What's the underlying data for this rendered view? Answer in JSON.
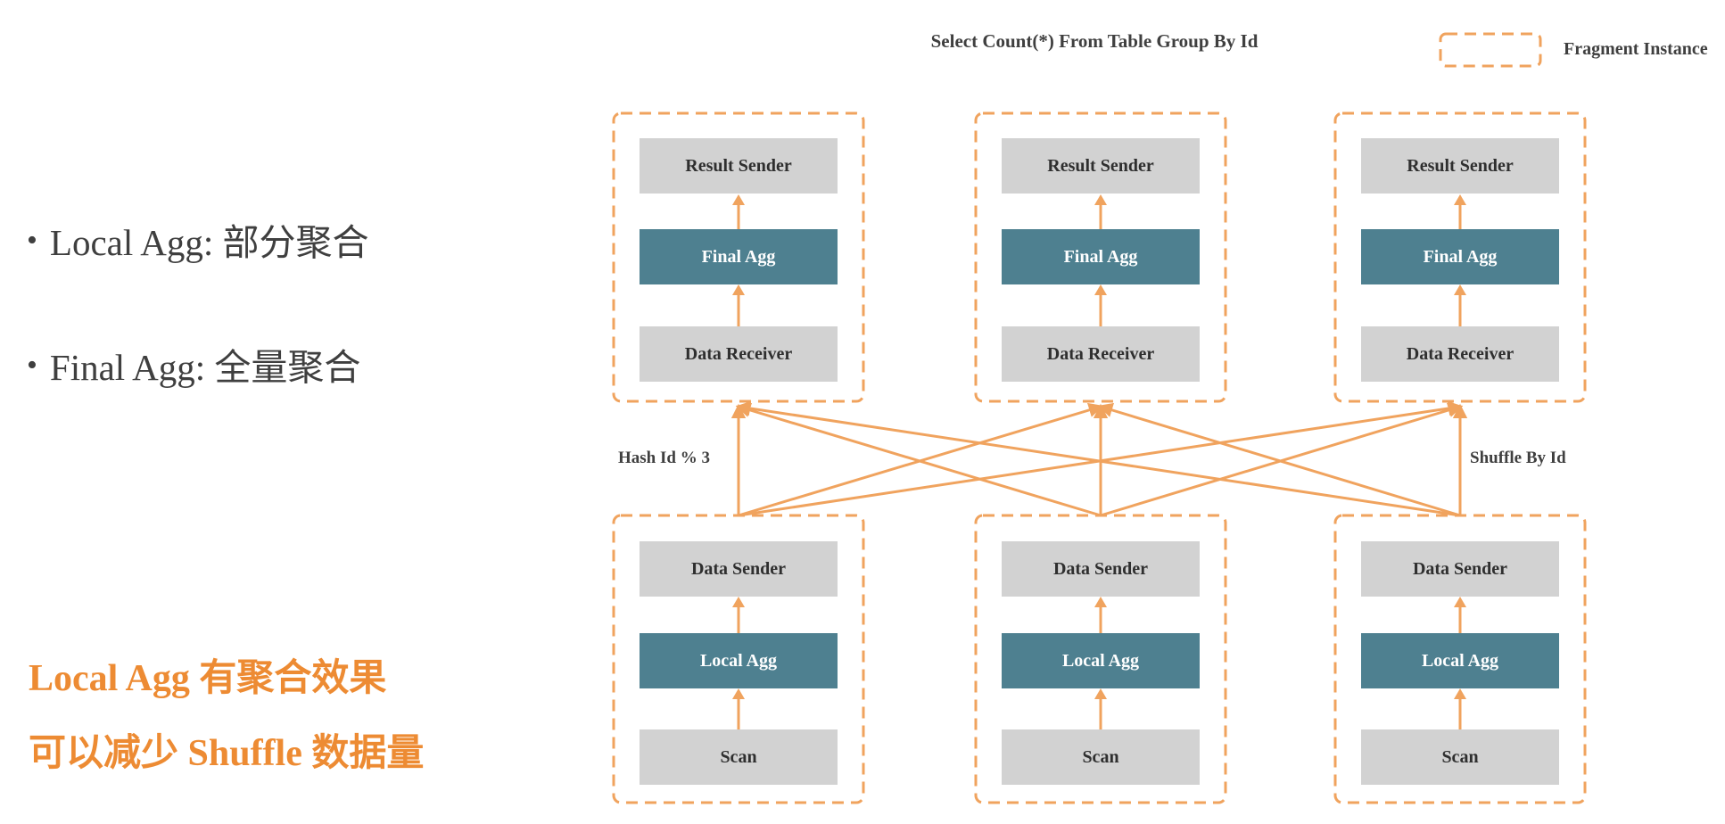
{
  "title": "Select Count(*) From Table Group By Id",
  "legend": {
    "label": "Fragment Instance"
  },
  "notes": {
    "bullets": [
      {
        "bullet": "•",
        "text": "Local Agg: 部分聚合"
      },
      {
        "bullet": "•",
        "text": "Final Agg: 全量聚合"
      }
    ],
    "highlights": [
      "Local Agg 有聚合效果",
      "可以减少 Shuffle 数据量"
    ]
  },
  "edge_labels": {
    "left": "Hash Id % 3",
    "right": "Shuffle By Id"
  },
  "fragments": {
    "top": [
      {
        "boxes": [
          {
            "label": "Result Sender"
          },
          {
            "label": "Final Agg"
          },
          {
            "label": "Data Receiver"
          }
        ]
      },
      {
        "boxes": [
          {
            "label": "Result Sender"
          },
          {
            "label": "Final Agg"
          },
          {
            "label": "Data Receiver"
          }
        ]
      },
      {
        "boxes": [
          {
            "label": "Result Sender"
          },
          {
            "label": "Final Agg"
          },
          {
            "label": "Data Receiver"
          }
        ]
      }
    ],
    "bottom": [
      {
        "boxes": [
          {
            "label": "Data Sender"
          },
          {
            "label": "Local Agg"
          },
          {
            "label": "Scan"
          }
        ]
      },
      {
        "boxes": [
          {
            "label": "Data Sender"
          },
          {
            "label": "Local Agg"
          },
          {
            "label": "Scan"
          }
        ]
      },
      {
        "boxes": [
          {
            "label": "Data Sender"
          },
          {
            "label": "Local Agg"
          },
          {
            "label": "Scan"
          }
        ]
      }
    ]
  },
  "colors": {
    "accent_orange": "#F0A35E",
    "highlight_orange": "#ED8B33",
    "teal": "#4E8090",
    "box_gray": "#D2D2D2",
    "text_dark": "#3F3F3F"
  }
}
